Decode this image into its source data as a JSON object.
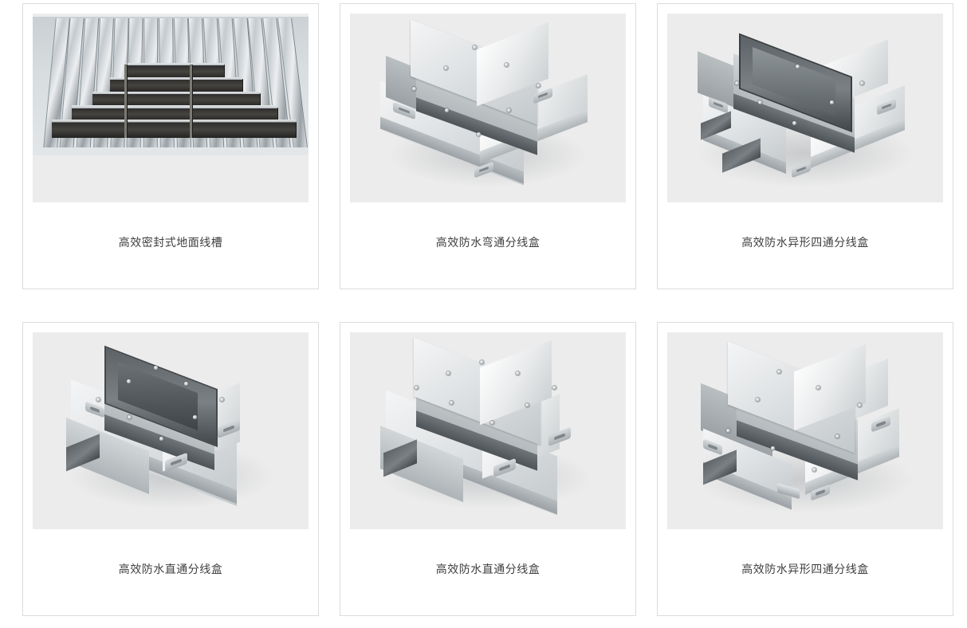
{
  "page": {
    "title": "产品展示列表",
    "layout": "3-column product grid",
    "background_color": "#ffffff",
    "card_border_color": "#dcdcdc",
    "media_background_color": "#ececec",
    "caption_color": "#3f3f3f"
  },
  "products": [
    {
      "id": "product-1",
      "caption": "高效密封式地面线槽",
      "image_kind": "photo",
      "image_alt": "成摞堆叠的镀锌方形地面线槽管材照片"
    },
    {
      "id": "product-2",
      "caption": "高效防水弯通分线盒",
      "image_kind": "render",
      "image_alt": "带盖板的防水弯通分线盒立体渲染图"
    },
    {
      "id": "product-3",
      "caption": "高效防水异形四通分线盒",
      "image_kind": "render",
      "image_alt": "开口式防水异形四通分线盒立体渲染图"
    },
    {
      "id": "product-4",
      "caption": "高效防水直通分线盒",
      "image_kind": "render",
      "image_alt": "开口式防水直通分线盒立体渲染图"
    },
    {
      "id": "product-5",
      "caption": "高效防水直通分线盒",
      "image_kind": "render",
      "image_alt": "带盖板的防水直通分线盒立体渲染图"
    },
    {
      "id": "product-6",
      "caption": "高效防水异形四通分线盒",
      "image_kind": "render",
      "image_alt": "带盖板及穿线接头的防水异形四通分线盒立体渲染图"
    }
  ]
}
